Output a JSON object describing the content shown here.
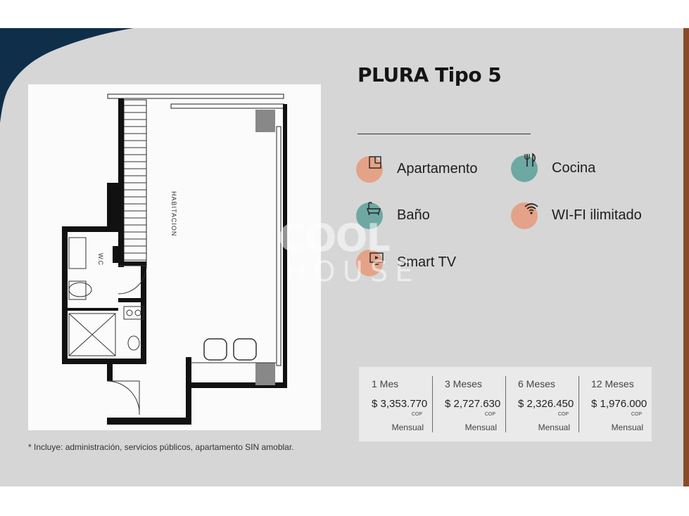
{
  "title": "PLURA Tipo 5",
  "plan": {
    "room_label": "HABITACION",
    "wc_label": "W.C"
  },
  "watermark": {
    "line1": "COOL",
    "line2": "HOUSE"
  },
  "features": [
    {
      "label": "Apartamento",
      "icon": "floorplan-icon",
      "color": "#e4a388"
    },
    {
      "label": "Cocina",
      "icon": "utensils-icon",
      "color": "#6ea8a2"
    },
    {
      "label": "Baño",
      "icon": "bathtub-icon",
      "color": "#6ea8a2"
    },
    {
      "label": "WI-FI ilimitado",
      "icon": "wifi-icon",
      "color": "#e4a388"
    },
    {
      "label": "Smart TV",
      "icon": "tv-icon",
      "color": "#e4a388"
    }
  ],
  "prices": [
    {
      "period": "1 Mes",
      "amount": "$ 3,353.770",
      "currency": "COP",
      "frequency": "Mensual"
    },
    {
      "period": "3 Meses",
      "amount": "$ 2,727.630",
      "currency": "COP",
      "frequency": "Mensual"
    },
    {
      "period": "6 Meses",
      "amount": "$ 2,326.450",
      "currency": "COP",
      "frequency": "Mensual"
    },
    {
      "period": "12 Meses",
      "amount": "$ 1,976.000",
      "currency": "COP",
      "frequency": "Mensual"
    }
  ],
  "footnote": "* Incluye: administración, servicios públicos, apartamento SIN amoblar.",
  "colors": {
    "accent_peach": "#e4a388",
    "accent_teal": "#6ea8a2",
    "brand_navy": "#0f2e4a"
  }
}
